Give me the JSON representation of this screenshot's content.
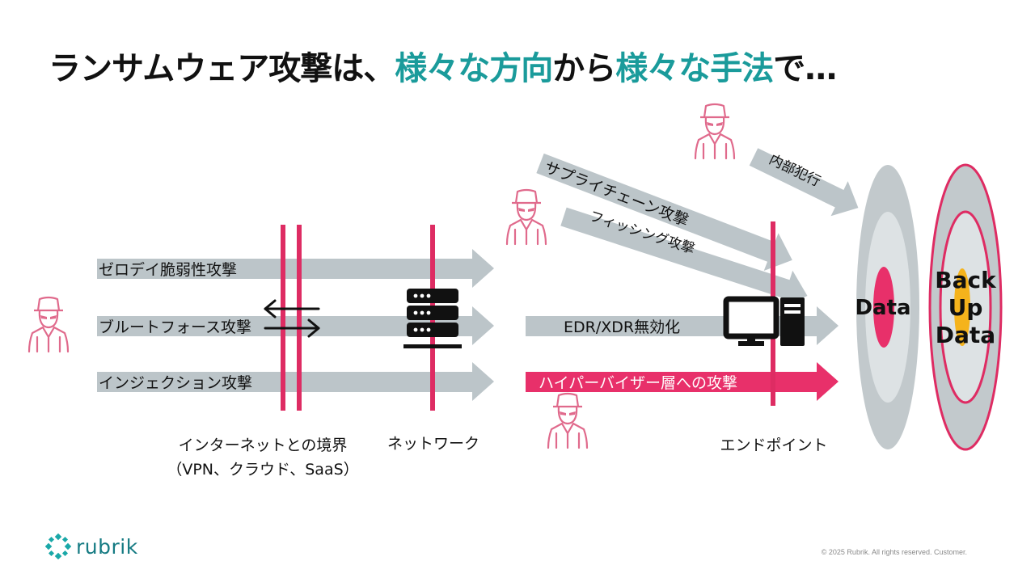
{
  "title": {
    "part1": "ランサムウェア攻撃は、",
    "part2": "様々な方向",
    "part3": "から",
    "part4": "様々な手法",
    "part5": "で…"
  },
  "attacks": {
    "zero_day": "ゼロデイ脆弱性攻撃",
    "brute_force": "ブルートフォース攻撃",
    "injection": "インジェクション攻撃",
    "supply_chain": "サプライチェーン攻撃",
    "phishing": "フィッシング攻撃",
    "insider": "内部犯行",
    "edr_disable": "EDR/XDR無効化",
    "hypervisor": "ハイパーバイザー層への攻撃"
  },
  "boundaries": {
    "internet_line1": "インターネットとの境界",
    "internet_line2": "（VPN、クラウド、SaaS）",
    "network": "ネットワーク",
    "endpoint": "エンドポイント"
  },
  "targets": {
    "data": "Data",
    "backup_line1": "Back",
    "backup_line2": "Up",
    "backup_line3": "Data"
  },
  "logo": {
    "text": "rubrik"
  },
  "footer": {
    "copyright": "© 2025 Rubrik. All rights reserved. Customer."
  },
  "colors": {
    "accent_teal": "#1a9b9b",
    "arrow_gray": "#bcc5c9",
    "attack_pink": "#e8306a",
    "line_pink": "#de2c63",
    "hacker_pink": "#e06a8c",
    "ring_gray": "#c2c9cc",
    "ring_light": "#dde2e4",
    "yellow": "#f5b31c"
  },
  "icons": [
    "hacker-icon",
    "server-icon",
    "desktop-computer-icon",
    "exchange-arrows-icon",
    "rubrik-logo-icon"
  ]
}
